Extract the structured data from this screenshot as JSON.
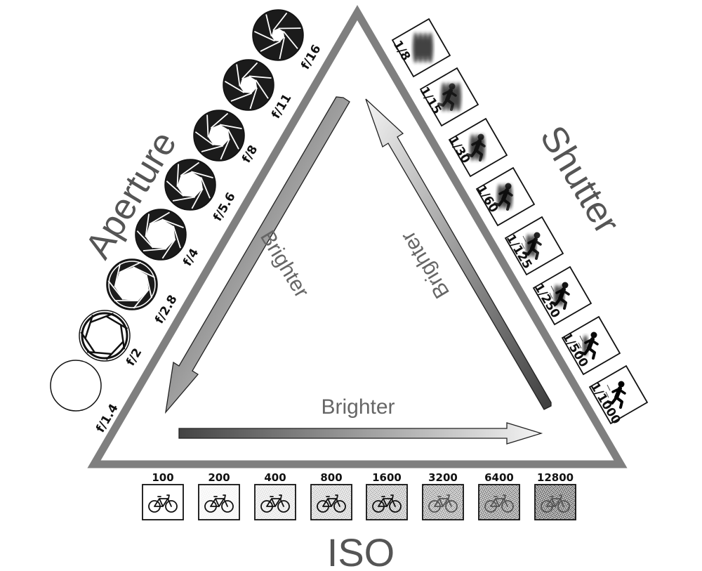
{
  "labels": {
    "aperture": "Aperture",
    "shutter": "Shutter",
    "iso": "ISO",
    "brighter_left": "Brighter",
    "brighter_right": "Brighter",
    "brighter_bottom": "Brighter"
  },
  "aperture_stops": [
    {
      "label": "f/1.4",
      "blades": 0
    },
    {
      "label": "f/2",
      "blades": 7
    },
    {
      "label": "f/2.8",
      "blades": 7
    },
    {
      "label": "f/4",
      "blades": 7
    },
    {
      "label": "f/5.6",
      "blades": 7
    },
    {
      "label": "f/8",
      "blades": 7
    },
    {
      "label": "f/11",
      "blades": 7
    },
    {
      "label": "f/16",
      "blades": 7
    }
  ],
  "shutter_speeds": [
    {
      "label": "1/8",
      "blur": 1.0
    },
    {
      "label": "1/15",
      "blur": 0.85
    },
    {
      "label": "1/30",
      "blur": 0.65
    },
    {
      "label": "1/60",
      "blur": 0.5
    },
    {
      "label": "1/125",
      "blur": 0.35
    },
    {
      "label": "1/250",
      "blur": 0.22
    },
    {
      "label": "1/500",
      "blur": 0.1
    },
    {
      "label": "1/1000",
      "blur": 0.0
    }
  ],
  "iso_values": [
    {
      "label": "100",
      "noise": 0.0
    },
    {
      "label": "200",
      "noise": 0.05
    },
    {
      "label": "400",
      "noise": 0.12
    },
    {
      "label": "800",
      "noise": 0.22
    },
    {
      "label": "1600",
      "noise": 0.32
    },
    {
      "label": "3200",
      "noise": 0.45
    },
    {
      "label": "6400",
      "noise": 0.58
    },
    {
      "label": "12800",
      "noise": 0.72
    }
  ],
  "colors": {
    "triangle": "#7f7f7f",
    "text_dark": "#111111",
    "text_mid": "#555555"
  },
  "icons": {
    "aperture": "aperture-blades-icon",
    "shutter": "running-person-icon",
    "iso": "bicycle-icon"
  }
}
